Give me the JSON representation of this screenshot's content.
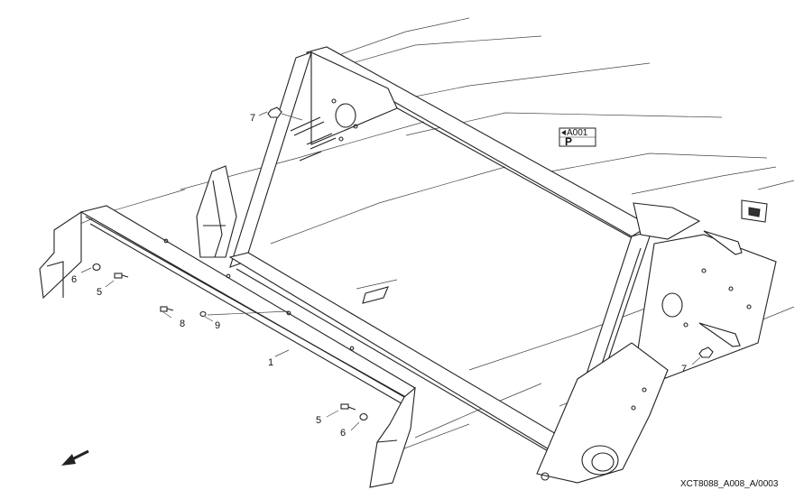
{
  "callouts": [
    {
      "id": "c1",
      "text": "1"
    },
    {
      "id": "c5a",
      "text": "5"
    },
    {
      "id": "c6a",
      "text": "6"
    },
    {
      "id": "c8",
      "text": "8"
    },
    {
      "id": "c9",
      "text": "9"
    },
    {
      "id": "c5b",
      "text": "5"
    },
    {
      "id": "c6b",
      "text": "6"
    },
    {
      "id": "c7a",
      "text": "7"
    },
    {
      "id": "c7b",
      "text": "7"
    }
  ],
  "reference_box": {
    "view_ref": "A001",
    "letter": "P"
  },
  "drawing_id": "XCT8088_A008_A/0003"
}
